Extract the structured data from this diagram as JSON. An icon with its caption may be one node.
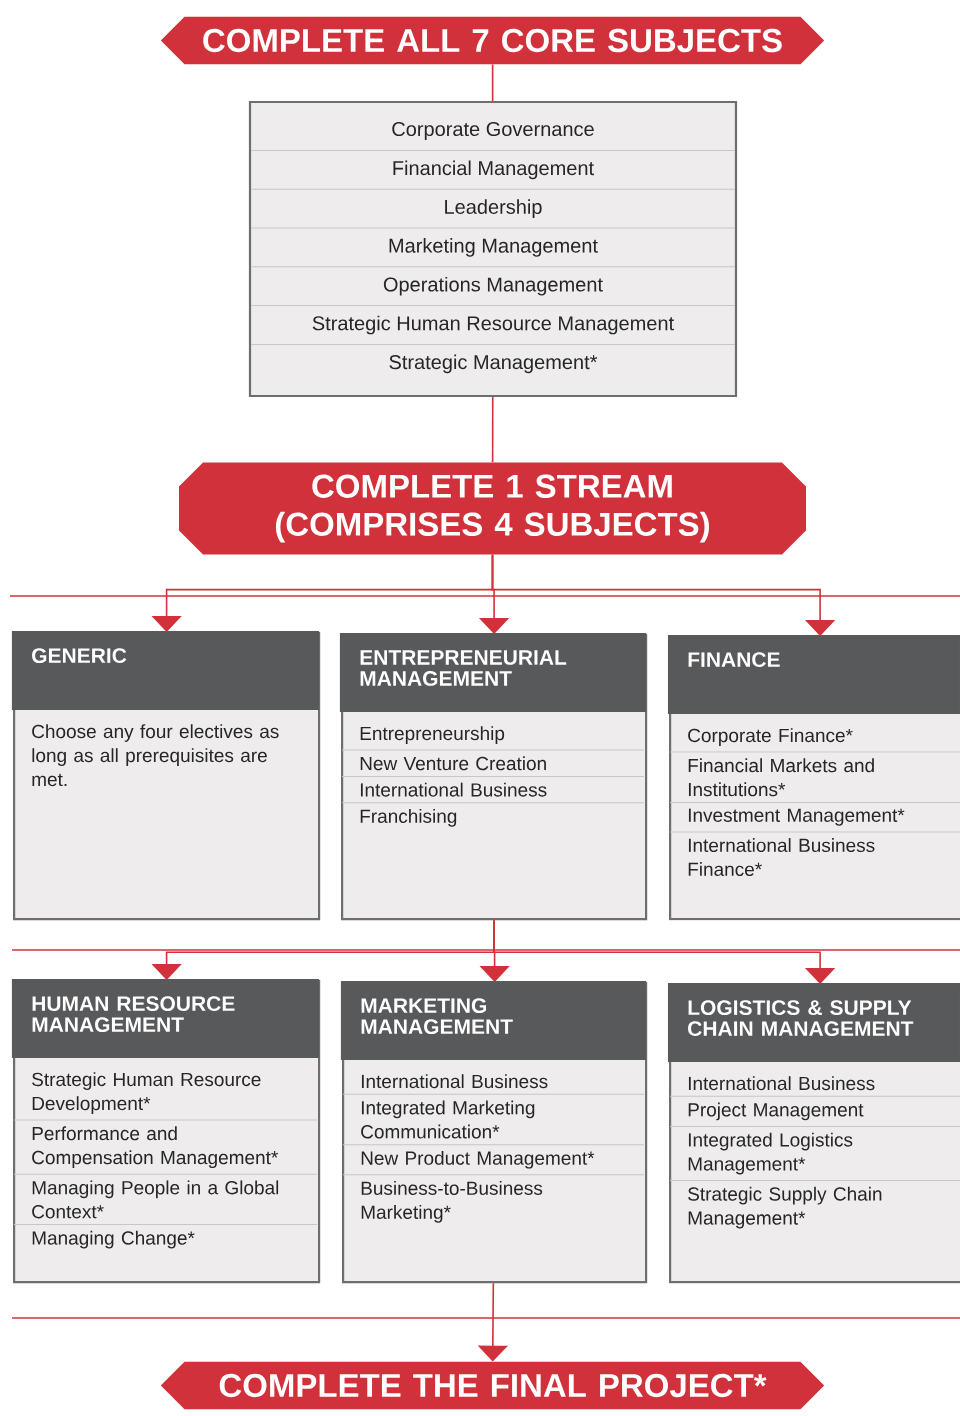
{
  "diagram": {
    "nodes": [
      {
        "text": [
          "COMPLETE ALL 7 CORE SUBJECTS"
        ]
      },
      {
        "text": [
          "Corporate Governance",
          "Financial Management",
          "Leadership",
          "Marketing Management",
          "Operations Management",
          "Strategic Human Resource Management",
          "Strategic Management*"
        ]
      },
      {
        "text": [
          "COMPLETE 1 STREAM (COMPRISES 4 SUBJECTS)"
        ]
      },
      {
        "text": [
          "GENERIC",
          "Choose any four electives as long as all prerequisites are met."
        ]
      },
      {
        "text": [
          "ENTREPRENEURIAL MANAGEMENT",
          "Entrepreneurship",
          "New Venture Creation",
          "International Business",
          "Franchising"
        ]
      },
      {
        "text": [
          "FINANCE",
          "Corporate Finance*",
          "Financial Markets and Institutions*",
          "Investment Management*",
          "International Business Finance*"
        ]
      },
      {
        "text": [
          "HUMAN RESOURCE MANAGEMENT",
          "Strategic Human Resource Development*",
          "Performance and Compensation Management*",
          "Managing People in a Global Context*",
          "Managing Change*"
        ]
      },
      {
        "text": [
          "MARKETING MANAGEMENT",
          "International Business",
          "Integrated Marketing Communication*",
          "New Product Management*",
          "Business-to-Business Marketing*"
        ]
      },
      {
        "text": [
          "LOGISTICS & SUPPLY CHAIN MANAGEMENT",
          "International Business",
          "Project Management",
          "Integrated Logistics Management*",
          "Strategic Supply Chain Management*"
        ]
      },
      {
        "text": [
          "COMPLETE THE FINAL PROJECT*"
        ]
      }
    ],
    "edges": [
      {
        "from": 0,
        "to": 1,
        "arrow": "none"
      },
      {
        "from": 1,
        "to": 2,
        "arrow": "none"
      },
      {
        "from": 2,
        "to": 3,
        "arrow": "to"
      },
      {
        "from": 2,
        "to": 4,
        "arrow": "to"
      },
      {
        "from": 2,
        "to": 5,
        "arrow": "to"
      },
      {
        "from": 4,
        "to": 6,
        "arrow": "to"
      },
      {
        "from": 4,
        "to": 7,
        "arrow": "to"
      },
      {
        "from": 4,
        "to": 8,
        "arrow": "to"
      },
      {
        "from": 7,
        "to": 9,
        "arrow": "to"
      }
    ]
  }
}
